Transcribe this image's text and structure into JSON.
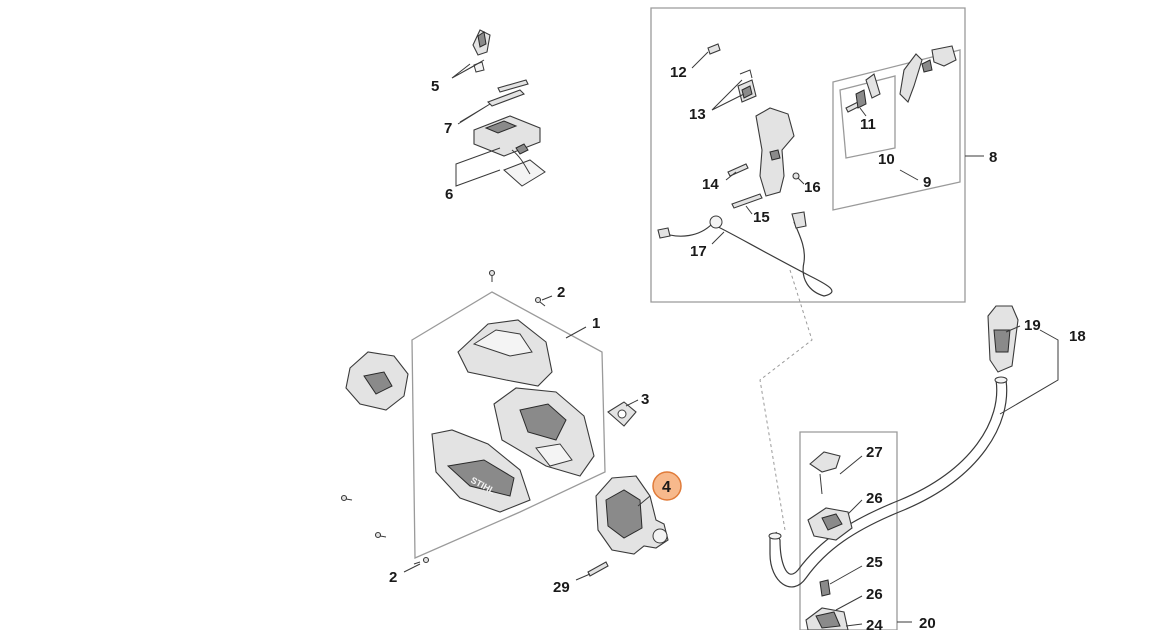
{
  "diagram": {
    "callouts": [
      {
        "id": "c1",
        "label": "1"
      },
      {
        "id": "c2a",
        "label": "2"
      },
      {
        "id": "c2b",
        "label": "2"
      },
      {
        "id": "c3",
        "label": "3"
      },
      {
        "id": "c4",
        "label": "4"
      },
      {
        "id": "c5",
        "label": "5"
      },
      {
        "id": "c6",
        "label": "6"
      },
      {
        "id": "c7",
        "label": "7"
      },
      {
        "id": "c8",
        "label": "8"
      },
      {
        "id": "c9",
        "label": "9"
      },
      {
        "id": "c10",
        "label": "10"
      },
      {
        "id": "c11",
        "label": "11"
      },
      {
        "id": "c12",
        "label": "12"
      },
      {
        "id": "c13",
        "label": "13"
      },
      {
        "id": "c14",
        "label": "14"
      },
      {
        "id": "c15",
        "label": "15"
      },
      {
        "id": "c16",
        "label": "16"
      },
      {
        "id": "c17",
        "label": "17"
      },
      {
        "id": "c18",
        "label": "18"
      },
      {
        "id": "c19",
        "label": "19"
      },
      {
        "id": "c20",
        "label": "20"
      },
      {
        "id": "c24",
        "label": "24"
      },
      {
        "id": "c25",
        "label": "25"
      },
      {
        "id": "c26a",
        "label": "26"
      },
      {
        "id": "c26b",
        "label": "26"
      },
      {
        "id": "c27",
        "label": "27"
      },
      {
        "id": "c29",
        "label": "29"
      }
    ],
    "highlighted_callout": "4",
    "highlight_color": "#f7b98c",
    "highlight_border_color": "#e07b39",
    "housing_brand": "STIHL"
  }
}
